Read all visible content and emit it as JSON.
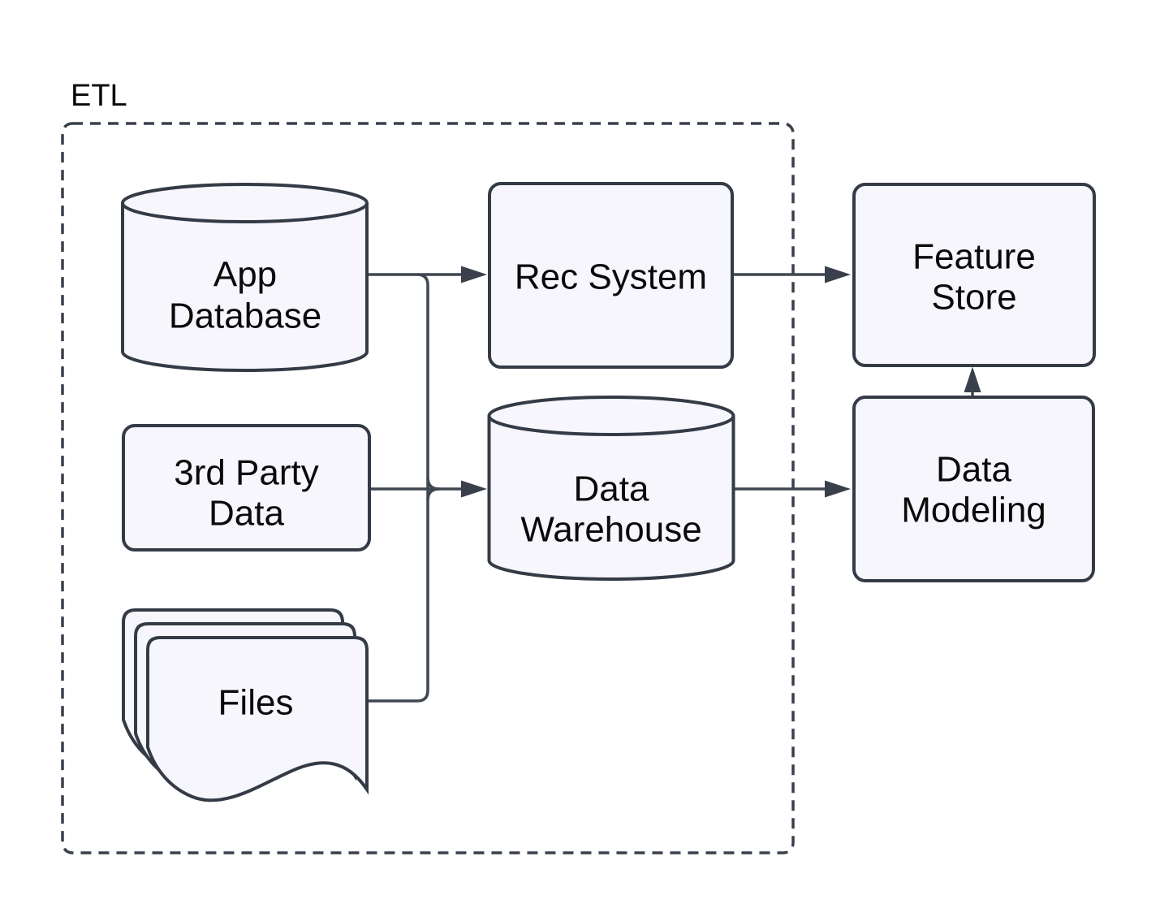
{
  "diagram": {
    "type": "flowchart",
    "boundary": {
      "label": "ETL",
      "contains": [
        "App Database",
        "3rd Party Data",
        "Files",
        "Rec System",
        "Data Warehouse"
      ]
    },
    "nodes": {
      "app_database": {
        "shape": "cylinder",
        "line1": "App",
        "line2": "Database"
      },
      "third_party": {
        "shape": "rounded-rect",
        "line1": "3rd Party",
        "line2": "Data"
      },
      "files": {
        "shape": "document-stack",
        "line1": "Files"
      },
      "rec_system": {
        "shape": "rounded-rect",
        "line1": "Rec System"
      },
      "data_warehouse": {
        "shape": "cylinder",
        "line1": "Data",
        "line2": "Warehouse"
      },
      "feature_store": {
        "shape": "rounded-rect",
        "line1": "Feature",
        "line2": "Store"
      },
      "data_modeling": {
        "shape": "rounded-rect",
        "line1": "Data",
        "line2": "Modeling"
      }
    },
    "edges": [
      {
        "from": "App Database",
        "to": "Rec System",
        "arrow": true
      },
      {
        "from": "App Database",
        "to": "Data Warehouse",
        "via": "merged trunk",
        "arrow": true
      },
      {
        "from": "3rd Party Data",
        "to": "Data Warehouse",
        "via": "merged trunk",
        "arrow": true
      },
      {
        "from": "Files",
        "to": "merged trunk",
        "arrow": false
      },
      {
        "from": "Rec System",
        "to": "Feature Store",
        "arrow": true
      },
      {
        "from": "Data Warehouse",
        "to": "Data Modeling",
        "arrow": true
      },
      {
        "from": "Data Modeling",
        "to": "Feature Store",
        "arrow": true
      }
    ],
    "colors": {
      "background": "#ffffff",
      "node_fill": "#f6f6fc",
      "node_stroke": "#343b46",
      "edge_color": "#3f4752",
      "arrow_fill": "#39404c",
      "text_color": "#0a0a0a"
    }
  }
}
